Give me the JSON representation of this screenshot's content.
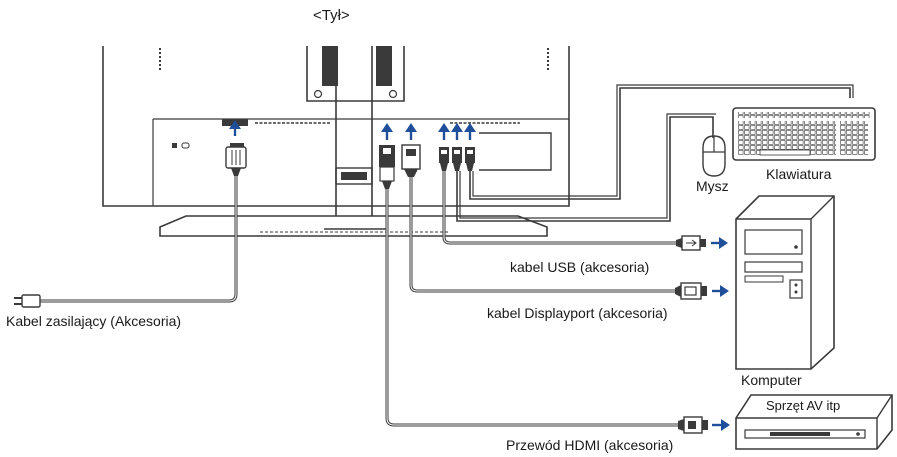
{
  "labels": {
    "view": "<Tył>",
    "power_cable": "Kabel zasilający (Akcesoria)",
    "usb_cable": "kabel USB (akcesoria)",
    "displayport_cable": "kabel Displayport (akcesoria)",
    "hdmi_cable": "Przewód HDMI (akcesoria)",
    "mouse": "Mysz",
    "keyboard": "Klawiatura",
    "computer": "Komputer",
    "av_device": "Sprzęt AV itp"
  },
  "colors": {
    "line": "#3a3a3a",
    "arrow": "#1f4e9a",
    "background": "#ffffff"
  }
}
